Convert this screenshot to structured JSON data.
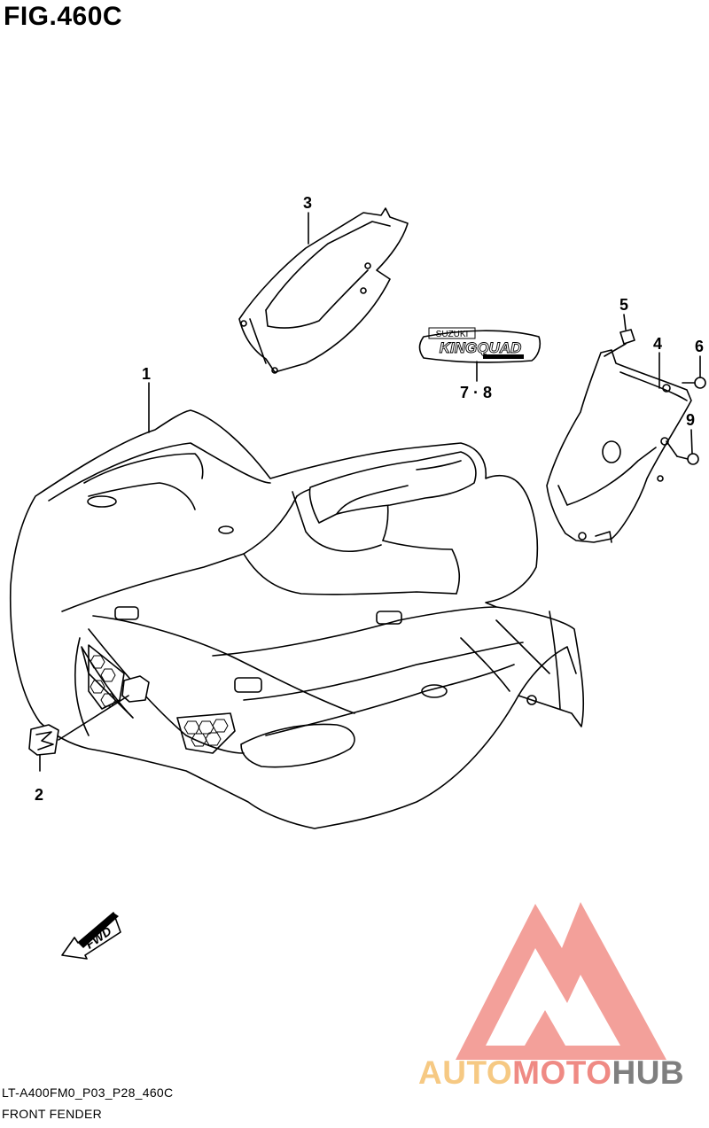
{
  "figure_title": "FIG.460C",
  "callouts": {
    "c1": "1",
    "c2": "2",
    "c3": "3",
    "c4": "4",
    "c5": "5",
    "c6": "6",
    "c78": "7 · 8",
    "c9": "9"
  },
  "fwd_arrow": "FWD",
  "emblem": {
    "top": "SUZUKI",
    "main": "KINGQUAD"
  },
  "footer": {
    "code": "LT-A400FM0_P03_P28_460C",
    "name": "FRONT FENDER"
  },
  "watermark": {
    "part_a": "AUTO",
    "part_b": "MOTO",
    "part_c": "HUB",
    "colors": {
      "auto": "#f6c983",
      "moto": "#ef8a84",
      "hub": "#7f7f7f",
      "logo": "#f29089"
    }
  }
}
